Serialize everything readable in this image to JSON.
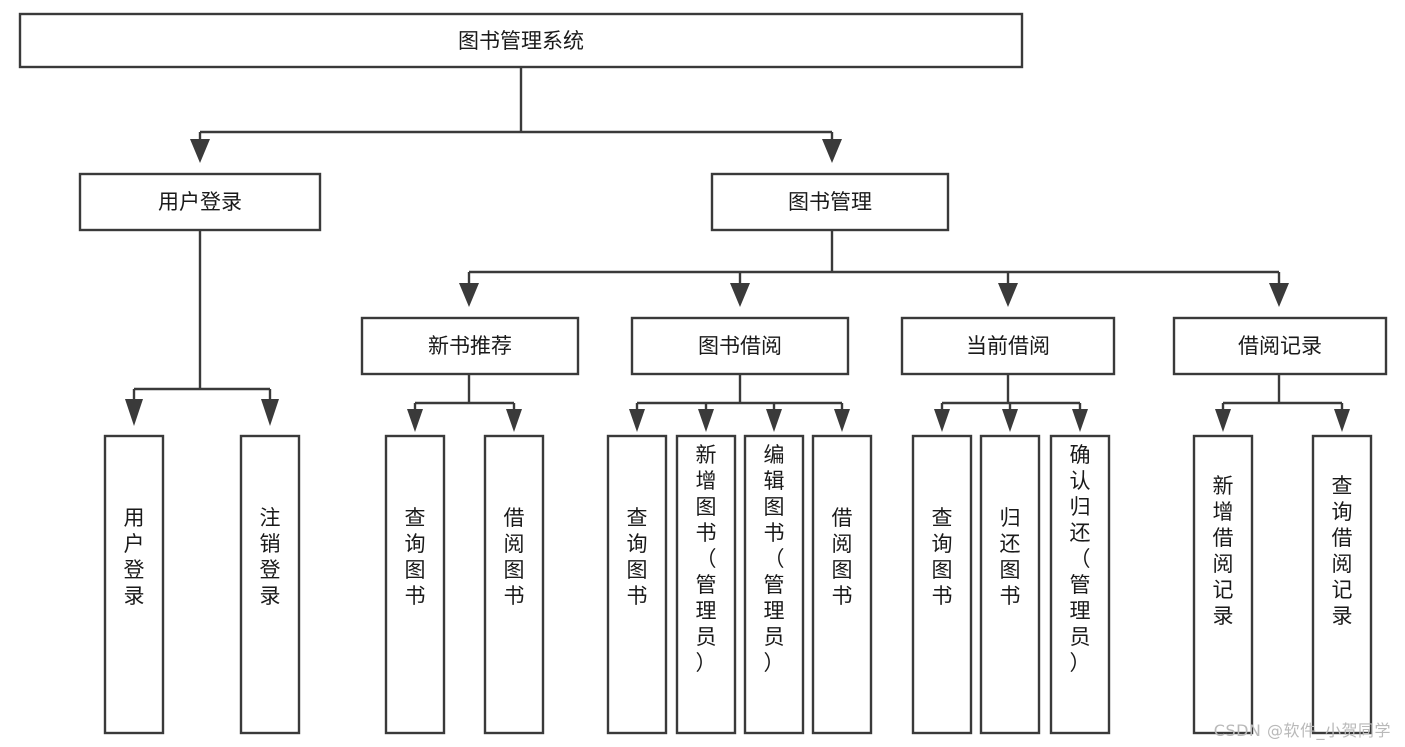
{
  "diagram": {
    "type": "tree-hierarchy-chart",
    "title": "图书管理系统",
    "orientation": "top-down",
    "colors": {
      "box_fill": "#ffffff",
      "box_stroke": "#3a3a3a",
      "connector": "#3a3a3a",
      "text": "#1a1a1a",
      "watermark": "#b9b9b9",
      "background": "#ffffff"
    }
  },
  "root": {
    "label": "图书管理系统"
  },
  "level1": [
    {
      "id": "user-login",
      "label": "用户登录"
    },
    {
      "id": "book-management",
      "label": "图书管理"
    }
  ],
  "level2": [
    {
      "id": "new-book-recommend",
      "label": "新书推荐",
      "parent": "book-management"
    },
    {
      "id": "book-borrow",
      "label": "图书借阅",
      "parent": "book-management"
    },
    {
      "id": "current-borrow",
      "label": "当前借阅",
      "parent": "book-management"
    },
    {
      "id": "borrow-record",
      "label": "借阅记录",
      "parent": "book-management"
    }
  ],
  "leaves": [
    {
      "id": "leaf-user-login",
      "label": "用户登录",
      "parent": "user-login"
    },
    {
      "id": "leaf-logout-login",
      "label": "注销登录",
      "parent": "user-login"
    },
    {
      "id": "leaf-query-book-1",
      "label": "查询图书",
      "parent": "new-book-recommend"
    },
    {
      "id": "leaf-borrow-book-1",
      "label": "借阅图书",
      "parent": "new-book-recommend"
    },
    {
      "id": "leaf-query-book-2",
      "label": "查询图书",
      "parent": "book-borrow"
    },
    {
      "id": "leaf-add-book-admin",
      "label": "新增图书（管理员）",
      "parent": "book-borrow"
    },
    {
      "id": "leaf-edit-book-admin",
      "label": "编辑图书（管理员）",
      "parent": "book-borrow"
    },
    {
      "id": "leaf-borrow-book-2",
      "label": "借阅图书",
      "parent": "book-borrow"
    },
    {
      "id": "leaf-query-book-3",
      "label": "查询图书",
      "parent": "current-borrow"
    },
    {
      "id": "leaf-return-book",
      "label": "归还图书",
      "parent": "current-borrow"
    },
    {
      "id": "leaf-confirm-return-admin",
      "label": "确认归还（管理员）",
      "parent": "current-borrow"
    },
    {
      "id": "leaf-add-borrow-record",
      "label": "新增借阅记录",
      "parent": "borrow-record"
    },
    {
      "id": "leaf-query-borrow-record",
      "label": "查询借阅记录",
      "parent": "borrow-record"
    }
  ],
  "watermark": {
    "label": "CSDN @软件_小贺同学"
  }
}
